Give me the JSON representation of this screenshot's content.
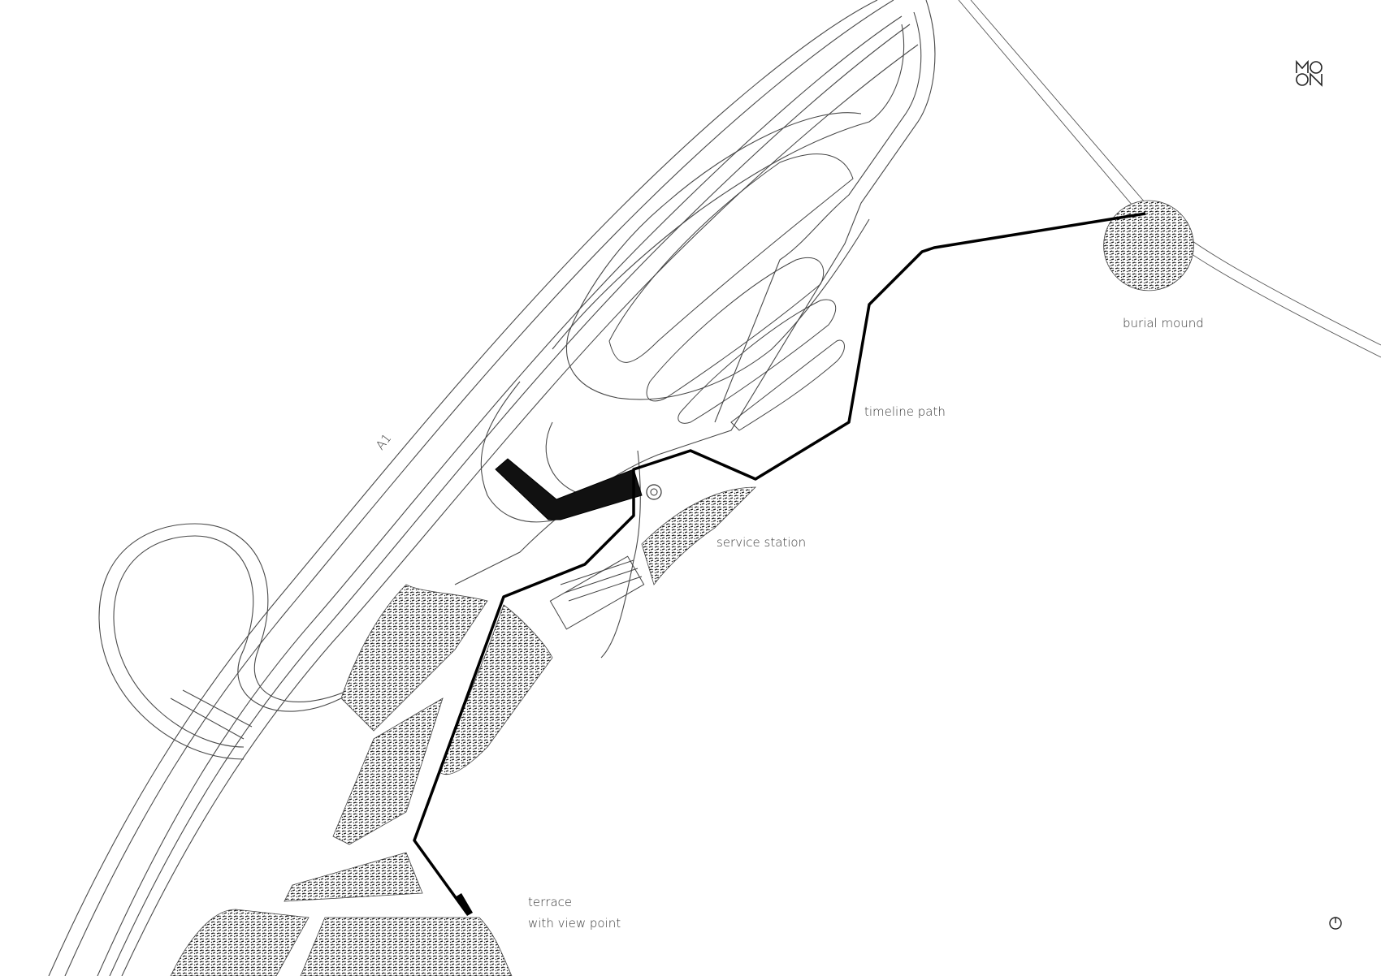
{
  "logo": {
    "text": "MOON"
  },
  "labels": {
    "road": "A1",
    "burial_mound": "burial mound",
    "timeline_path": "timeline path",
    "service_station": "service station",
    "terrace_line1": "terrace",
    "terrace_line2": "with view point"
  },
  "icons": {
    "north": "north-arrow-icon",
    "logo": "moon-logo-icon"
  },
  "colors": {
    "ink": "#000000",
    "line": "#4a4a4a",
    "background": "#ffffff"
  }
}
